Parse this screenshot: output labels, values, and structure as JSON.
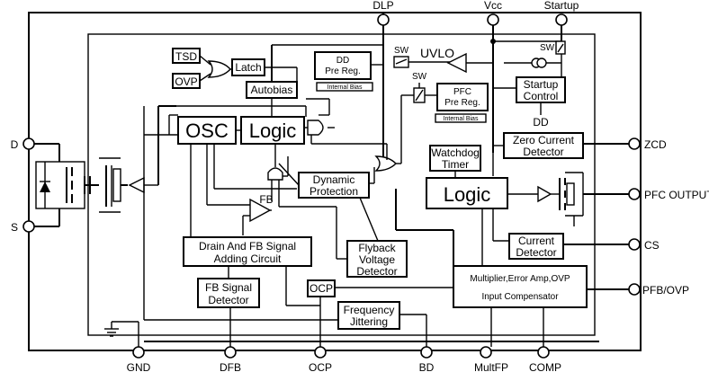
{
  "pins": {
    "top": {
      "dlp": "DLP",
      "vcc": "Vcc",
      "startup": "Startup"
    },
    "left": {
      "d": "D",
      "s": "S"
    },
    "right": {
      "zcd": "ZCD",
      "pfc_output": "PFC OUTPUT",
      "cs": "CS",
      "pfb_ovp": "PFB/OVP"
    },
    "bottom": {
      "gnd": "GND",
      "dfb": "DFB",
      "ocp": "OCP",
      "bd": "BD",
      "multfp": "MultFP",
      "comp": "COMP"
    }
  },
  "blocks": {
    "tsd": "TSD",
    "ovp": "OVP",
    "latch": "Latch",
    "autobias": "Autobias",
    "dd_pre_reg": {
      "line1": "DD",
      "line2": "Pre Reg.",
      "bias": "Internal Bias"
    },
    "sw1": "SW",
    "sw2": "SW",
    "uvlo": "UVLO",
    "sw3": "SW",
    "pfc_pre_reg": {
      "line1": "PFC",
      "line2": "Pre Reg.",
      "bias": "Internal Bias"
    },
    "startup_control": {
      "line1": "Startup",
      "line2": "Control"
    },
    "dd_label": "DD",
    "osc": "OSC",
    "logic_dd": "Logic",
    "zero_current_detector": {
      "line1": "Zero Current",
      "line2": "Detector"
    },
    "watchdog_timer": {
      "line1": "Watchdog",
      "line2": "Timer"
    },
    "dynamic_protection": {
      "line1": "Dynamic",
      "line2": "Protection"
    },
    "logic_pfc": "Logic",
    "fb_label": "FB",
    "current_detector": {
      "line1": "Current",
      "line2": "Detector"
    },
    "drain_fb_adding": {
      "line1": "Drain And FB Signal",
      "line2": "Adding Circuit"
    },
    "flyback_voltage_detector": {
      "line1": "Flyback",
      "line2": "Voltage",
      "line3": "Detector"
    },
    "multiplier_block": {
      "line1": "Multiplier,Error Amp,OVP",
      "line2": "Input Compensator"
    },
    "fb_signal_detector": {
      "line1": "FB Signal",
      "line2": "Detector"
    },
    "ocp_block": "OCP",
    "frequency_jittering": {
      "line1": "Frequency",
      "line2": "Jittering"
    }
  }
}
